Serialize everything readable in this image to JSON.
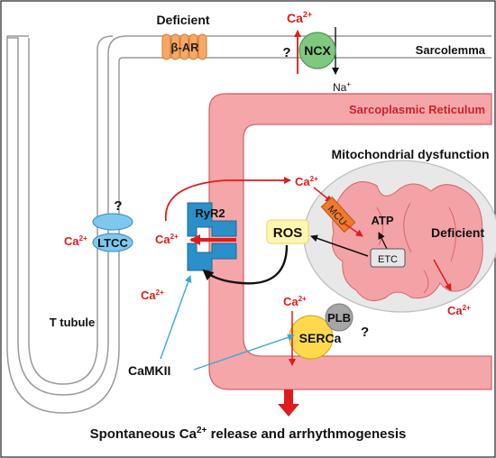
{
  "labels": {
    "deficient_top": "Deficient",
    "beta_ar": "β-AR",
    "question_ncx": "?",
    "ncx": "NCX",
    "sarcolemma": "Sarcolemma",
    "na": "Na",
    "na_sup": "+",
    "sr": "Sarcoplasmic Reticulum",
    "mito_dysfunction": "Mitochondrial dysfunction",
    "question_ltcc": "?",
    "ltcc": "LTCC",
    "ryr2": "RyR2",
    "ros": "ROS",
    "mcu": "MCU",
    "atp": "ATP",
    "deficient_mito": "Deficient",
    "etc": "ETC",
    "t_tubule": "T tubule",
    "camkii": "CaMKII",
    "plb": "PLB",
    "serca": "SERCa",
    "question_serca": "?",
    "ca": "Ca",
    "ca_sup": "2+",
    "bottom_pre": "Spontaneous Ca",
    "bottom_sup": "2+",
    "bottom_post": " release and arrhythmogenesis"
  },
  "colors": {
    "red": "#e01b1b",
    "membrane_fill": "#f7f7f7",
    "membrane_stroke": "#9a9a9a",
    "sr_fill": "#f4a6a8",
    "sr_stroke": "#d9666a",
    "mito_fill": "#e8e8e8",
    "crista_fill": "#f3a2a5",
    "ncx_green": "#7fc97f",
    "ltcc_blue": "#7ec8ee",
    "ryr2_blue": "#2b8fc9",
    "beta_orange": "#f6a868",
    "mcu_orange": "#f07a2a",
    "ros_yellow": "#fff7b0",
    "serca_yellow": "#ffd94d",
    "plb_gray": "#a6a6a6",
    "camkii_arrow": "#3aa6dd"
  }
}
